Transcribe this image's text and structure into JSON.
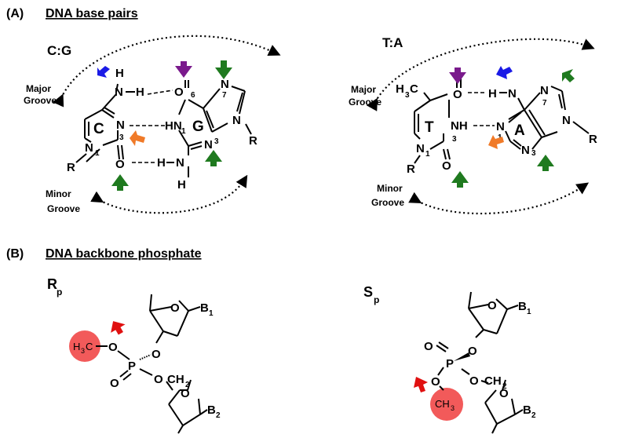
{
  "section_a": {
    "label": "(A)",
    "title": "DNA base pairs",
    "cg": {
      "heading": "C:G",
      "major_groove": [
        "Major",
        "Groove"
      ],
      "minor_groove": [
        "Minor",
        "Groove"
      ],
      "ring_c": "C",
      "ring_g": "G",
      "atoms": {
        "h_top": "H",
        "n4": "N",
        "h4": "H",
        "o6": "O",
        "o6_num": "6",
        "n3": "N",
        "n3_num": "3",
        "hn1": "HN",
        "hn1_num": "1",
        "n1": "N",
        "n1_num": "1",
        "r_c": "R",
        "c_o2": "O",
        "h2": "H",
        "n2": "N",
        "h_bottom": "H",
        "g_n3": "N",
        "g_n3_num": "3",
        "n7": "N",
        "n7_num": "7",
        "n9": "N",
        "r_g": "R"
      }
    },
    "ta": {
      "heading": "T:A",
      "major_groove": [
        "Major",
        "Groove"
      ],
      "minor_groove": [
        "Minor",
        "Groove"
      ],
      "ring_t": "T",
      "ring_a": "A",
      "atoms": {
        "h3c": "H",
        "h3c_sub": "3",
        "h3c_c": "C",
        "o4": "O",
        "nh": "NH",
        "nh_num": "3",
        "n1": "N",
        "n1_num": "1",
        "r_t": "R",
        "o2": "O",
        "h6": "H",
        "n6": "N",
        "a_n1": "N",
        "a_n1_num": "1",
        "a_n3": "N",
        "a_n3_num": "3",
        "n7": "N",
        "n7_num": "7",
        "n9": "N",
        "r_a": "R"
      }
    }
  },
  "section_b": {
    "label": "(B)",
    "title": "DNA backbone phosphate",
    "rp": {
      "heading": "R",
      "heading_sub": "p",
      "b1": "B",
      "b1_sub": "1",
      "b2": "B",
      "b2_sub": "2",
      "methyl": "H",
      "methyl_sub": "3",
      "methyl_c": "C",
      "o_methyl": "O",
      "p": "P",
      "o_dbl": "O",
      "o_top": "O",
      "o_ch2": "O",
      "ch2": "CH",
      "ch2_sub": "2",
      "ring_o1": "O",
      "ring_o2": "O"
    },
    "sp": {
      "heading": "S",
      "heading_sub": "p",
      "b1": "B",
      "b1_sub": "1",
      "b2": "B",
      "b2_sub": "2",
      "methyl": "CH",
      "methyl_sub": "3",
      "o_methyl": "O",
      "p": "P",
      "o_dbl": "O",
      "o_top": "O",
      "o_ch2": "O",
      "ch2": "CH",
      "ch2_sub": "2",
      "ring_o1": "O",
      "ring_o2": "O"
    }
  },
  "colors": {
    "blue_arrow": "#1a1ae6",
    "purple_arrow": "#7a1a8c",
    "green_arrow": "#1f7a1f",
    "orange_arrow": "#f07a28",
    "red_arrow": "#e01010",
    "methyl_circle": "#f25a5a"
  }
}
